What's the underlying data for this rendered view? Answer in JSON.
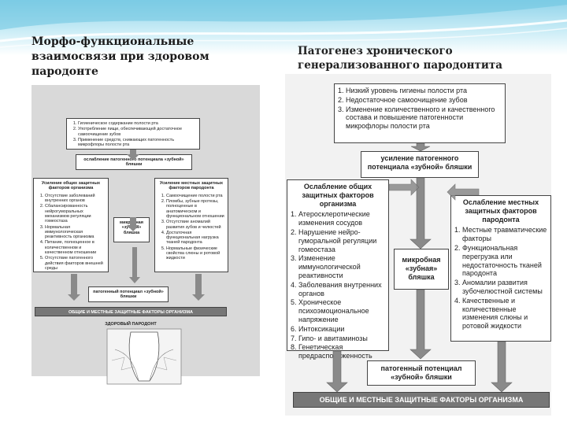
{
  "slide": {
    "left_title": "Морфо-функциональные взаимосвязи при здоровом пародонте",
    "right_title": "Патогенез хронического генерализованного пародонтита"
  },
  "right_diagram": {
    "top_causes": [
      "Низкий уровень гигиены полости рта",
      "Недостаточное самоочищение зубов",
      "Изменение количественного и качественного состава и повышение патогенности микрофлоры полости рта"
    ],
    "amplification": "усиление патогенного потенциала «зубной» бляшки",
    "general_weakening_title": "Ослабление общих защитных факторов организма",
    "general_factors": [
      "Атеросклеротические изменения сосудов",
      "Нарушение нейро-гуморальной регуляции гомеостаза",
      "Изменение иммунологической реактивности",
      "Заболевания внутренних органов",
      "Хроническое психоэмоциональное напряжение",
      "Интоксикации",
      "Гипо- и авитаминозы",
      "Генетическая предрасположенность"
    ],
    "local_weakening_title": "Ослабление местных защитных факторов пародонта",
    "local_factors": [
      "Местные травматические факторы",
      "Функциональная перегрузка или недостаточность тканей пародонта",
      "Аномалии развития зубочелюстной системы",
      "Качественные и количественные изменения слюны и ротовой жидкости"
    ],
    "microbial_plaque": "микробная «зубная» бляшка",
    "pathogenic_potential": "патогенный потенциал «зубной» бляшки",
    "bottom_bar": "ОБЩИЕ И МЕСТНЫЕ ЗАЩИТНЫЕ ФАКТОРЫ ОРГАНИЗМА"
  },
  "left_diagram": {
    "top_causes": [
      "Гигиеническое содержание полости рта",
      "Употребление пищи, обеспечивающей достаточное самоочищение зубов",
      "Применение средств, снижающих патогенность микрофлоры полости рта"
    ],
    "weakening": "ослабление патогенного потенциала «зубной» бляшки",
    "general_title": "Усиление общих защитных факторов организма",
    "general_factors": [
      "Отсутствие заболеваний внутренних органов",
      "Сбалансированность нейрогуморальных механизмов регуляции гомеостаза",
      "Нормальная иммунологическая реактивность организма",
      "Питание, полноценное в количественном и качественном отношении",
      "Отсутствие патогенного действия факторов внешней среды"
    ],
    "local_title": "Усиление местных защитных факторов пародонта",
    "local_factors": [
      "Самоочищение полости рта",
      "Пломбы, зубные протезы, полноценные в анатомическом и функциональном отношении",
      "Отсутствие аномалий развития зубов и челюстей",
      "Достаточная функциональная нагрузка тканей пародонта",
      "Нормальные физические свойства слюны и ротовой жидкости"
    ],
    "microbial_plaque": "микробная «зубная» бляшка",
    "pathogenic_potential": "патогенный потенциал «зубной» бляшки",
    "bottom_bar": "ОБЩИЕ И МЕСТНЫЕ ЗАЩИТНЫЕ ФАКТОРЫ ОРГАНИЗМА",
    "healthy_label": "ЗДОРОВЫЙ ПАРОДОНТ"
  }
}
